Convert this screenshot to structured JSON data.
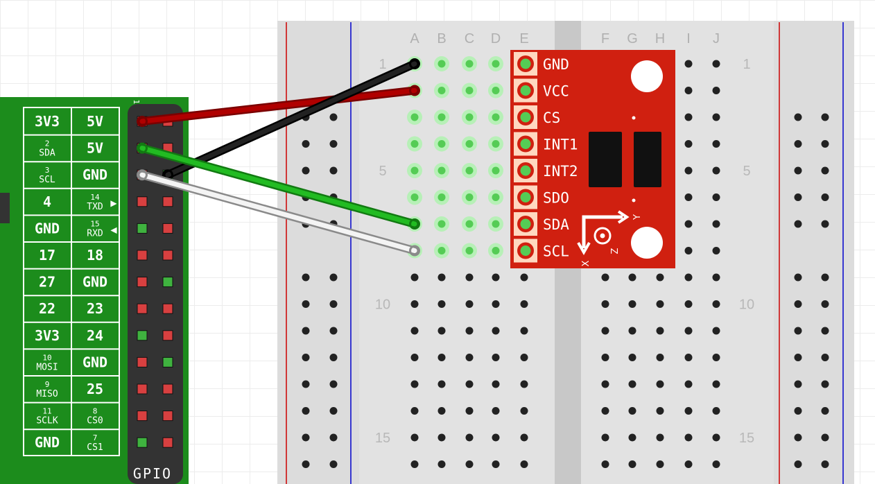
{
  "breadboard": {
    "columns_left": [
      "A",
      "B",
      "C",
      "D",
      "E"
    ],
    "columns_right": [
      "F",
      "G",
      "H",
      "I",
      "J"
    ],
    "row_numbers": [
      {
        "row": 1,
        "text": "1"
      },
      {
        "row": 5,
        "text": "5"
      },
      {
        "row": 10,
        "text": "10"
      },
      {
        "row": 15,
        "text": "15"
      }
    ]
  },
  "gpio": {
    "label": "GPIO",
    "pin1_marker": "1",
    "rows": [
      {
        "left": {
          "top": "",
          "main": "3V3"
        },
        "right": {
          "top": "",
          "main": "5V"
        },
        "arrow": "",
        "pins": [
          "red",
          "red"
        ]
      },
      {
        "left": {
          "top": "2",
          "main": "SDA"
        },
        "right": {
          "top": "",
          "main": "5V"
        },
        "arrow": "",
        "pins": [
          "red",
          "red"
        ]
      },
      {
        "left": {
          "top": "3",
          "main": "SCL"
        },
        "right": {
          "top": "",
          "main": "GND"
        },
        "arrow": "",
        "pins": [
          "red",
          "green"
        ]
      },
      {
        "left": {
          "top": "",
          "main": "4"
        },
        "right": {
          "top": "14",
          "main": "TXD"
        },
        "arrow": "▶",
        "pins": [
          "red",
          "red"
        ]
      },
      {
        "left": {
          "top": "",
          "main": "GND"
        },
        "right": {
          "top": "15",
          "main": "RXD"
        },
        "arrow": "◀",
        "pins": [
          "green",
          "red"
        ]
      },
      {
        "left": {
          "top": "",
          "main": "17"
        },
        "right": {
          "top": "",
          "main": "18"
        },
        "arrow": "",
        "pins": [
          "red",
          "red"
        ]
      },
      {
        "left": {
          "top": "",
          "main": "27"
        },
        "right": {
          "top": "",
          "main": "GND"
        },
        "arrow": "",
        "pins": [
          "red",
          "green"
        ]
      },
      {
        "left": {
          "top": "",
          "main": "22"
        },
        "right": {
          "top": "",
          "main": "23"
        },
        "arrow": "",
        "pins": [
          "red",
          "red"
        ]
      },
      {
        "left": {
          "top": "",
          "main": "3V3"
        },
        "right": {
          "top": "",
          "main": "24"
        },
        "arrow": "",
        "pins": [
          "green",
          "red"
        ]
      },
      {
        "left": {
          "top": "10",
          "main": "MOSI"
        },
        "right": {
          "top": "",
          "main": "GND"
        },
        "arrow": "",
        "pins": [
          "red",
          "green"
        ]
      },
      {
        "left": {
          "top": "9",
          "main": "MISO"
        },
        "right": {
          "top": "",
          "main": "25"
        },
        "arrow": "",
        "pins": [
          "red",
          "red"
        ]
      },
      {
        "left": {
          "top": "11",
          "main": "SCLK"
        },
        "right": {
          "top": "8",
          "main": "CS0"
        },
        "arrow": "",
        "pins": [
          "red",
          "red"
        ]
      },
      {
        "left": {
          "top": "",
          "main": "GND"
        },
        "right": {
          "top": "7",
          "main": "CS1"
        },
        "arrow": "",
        "pins": [
          "green",
          "red"
        ]
      }
    ]
  },
  "sensor": {
    "pins": [
      "GND",
      "VCC",
      "CS",
      "INT1",
      "INT2",
      "SDO",
      "SDA",
      "SCL"
    ],
    "axes": {
      "x": "X",
      "y": "Y",
      "z": "Z"
    }
  },
  "wires": [
    {
      "name": "red",
      "color": "#b00000",
      "from": "gpio-1-left",
      "to": "A2"
    },
    {
      "name": "black",
      "color": "#222222",
      "from": "gpio-3-right",
      "to": "A1"
    },
    {
      "name": "green",
      "color": "#22bb22",
      "from": "gpio-2-left",
      "to": "A7"
    },
    {
      "name": "white",
      "color": "#f4f4f4",
      "from": "gpio-3-left",
      "to": "A8"
    }
  ],
  "colors": {
    "board_green": "#1c8c1c",
    "header_dark": "#333333",
    "breadboard": "#dcdcdc",
    "sensor_red": "#d02010",
    "rail_red": "#cc0000",
    "rail_blue": "#0000cc",
    "hole_active": "#55cc55"
  }
}
